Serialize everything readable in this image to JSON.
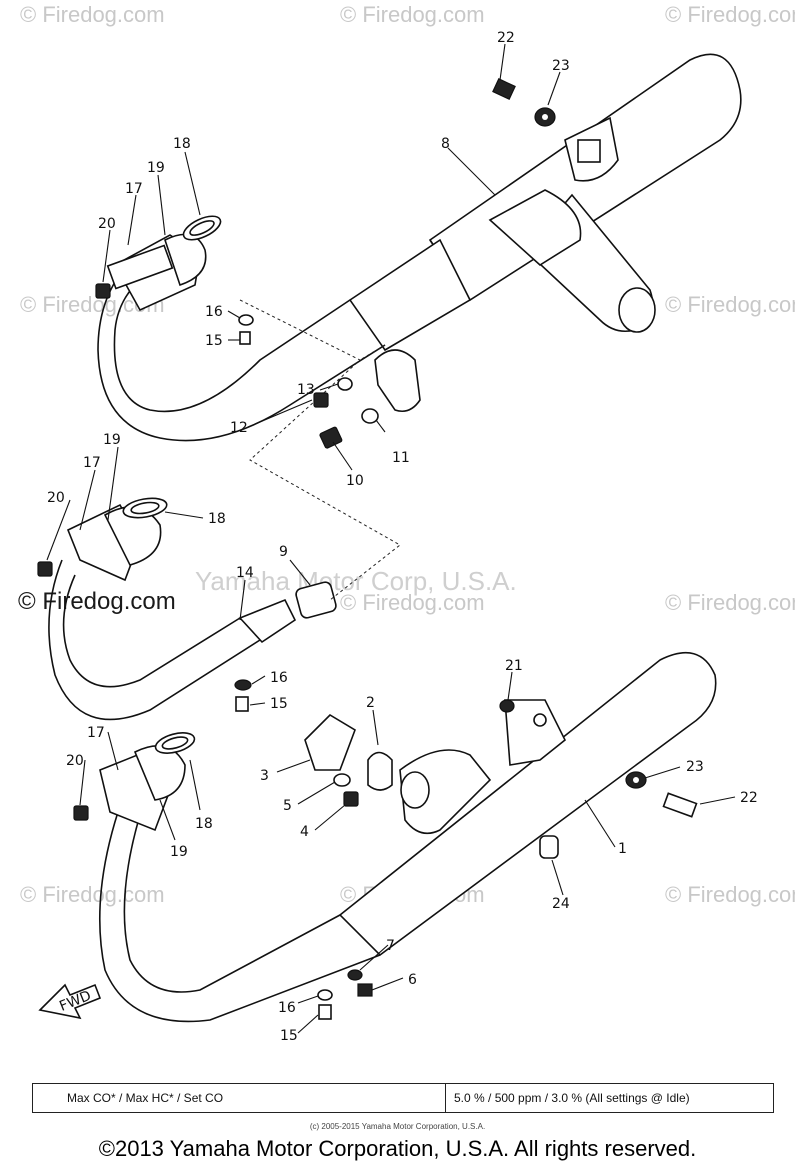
{
  "watermarks": {
    "firedog": "© Firedog.com",
    "yamaha": "Yamaha Motor Corp, U.S.A."
  },
  "callouts": [
    "1",
    "2",
    "3",
    "4",
    "5",
    "6",
    "7",
    "8",
    "9",
    "10",
    "11",
    "12",
    "13",
    "14",
    "15",
    "16",
    "17",
    "18",
    "19",
    "20",
    "21",
    "22",
    "23",
    "24"
  ],
  "fwd_label": "FWD",
  "spec_table": {
    "left": "Max CO* / Max HC* / Set CO",
    "right": "5.0 % / 500 ppm / 3.0 % (All settings @ Idle)"
  },
  "small_note": "(c) 2005-2015 Yamaha Motor Corporation, U.S.A.",
  "copyright": "©2013 Yamaha Motor Corporation, U.S.A. All rights reserved."
}
